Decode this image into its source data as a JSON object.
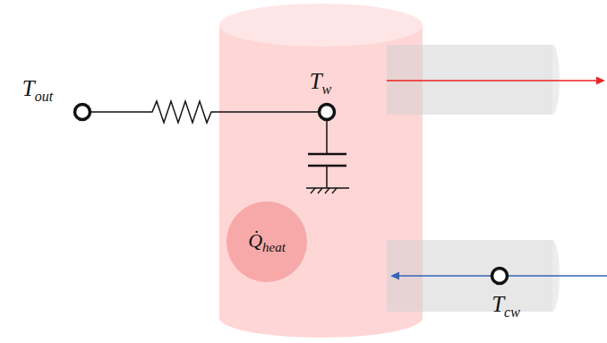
{
  "diagram": {
    "nodes": [
      {
        "text": [
          "Tw"
        ]
      },
      {
        "text": [
          "Q̇heat"
        ],
        "in": 0
      }
    ],
    "labels": [
      "Tout",
      "Tcw"
    ]
  }
}
